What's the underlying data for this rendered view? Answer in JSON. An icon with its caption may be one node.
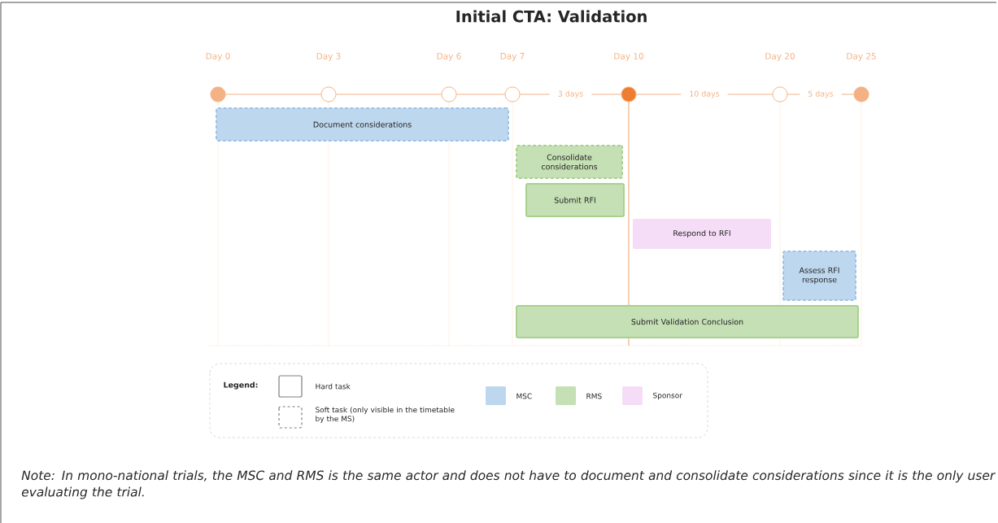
{
  "diagram": {
    "title": "Initial CTA: Validation",
    "caption": "Note: In mono-national trials, the MSC and RMS is the same actor and does not have to document and consolidate considerations since it is the only user evaluating the trial.",
    "nodes": [
      {
        "text": [],
        "shape": "circle",
        "beside": [
          "Day 0"
        ]
      },
      {
        "text": [],
        "shape": "circle",
        "beside": [
          "Day 3"
        ]
      },
      {
        "text": [],
        "shape": "circle",
        "beside": [
          "Day 6"
        ]
      },
      {
        "text": [],
        "shape": "circle",
        "beside": [
          "Day 7"
        ]
      },
      {
        "text": [],
        "shape": "circle",
        "beside": [
          "Day 10"
        ]
      },
      {
        "text": [],
        "shape": "circle",
        "beside": [
          "Day 20"
        ]
      },
      {
        "text": [],
        "shape": "circle",
        "beside": [
          "Day 25"
        ]
      },
      {
        "text": [
          "Document considerations"
        ]
      },
      {
        "text": [
          "Consolidate considerations"
        ]
      },
      {
        "text": [
          "Submit RFI"
        ]
      },
      {
        "text": [
          "Respond to RFI"
        ]
      },
      {
        "text": [
          "Assess RFI response"
        ]
      },
      {
        "text": [
          "Submit Validation Conclusion"
        ]
      }
    ],
    "edges": [
      {
        "from": 0,
        "to": 1,
        "arrow": "none"
      },
      {
        "from": 1,
        "to": 2,
        "arrow": "none"
      },
      {
        "from": 2,
        "to": 3,
        "arrow": "none"
      },
      {
        "from": 3,
        "to": 4,
        "arrow": "none",
        "label": "3 days"
      },
      {
        "from": 4,
        "to": 5,
        "arrow": "none",
        "label": "10 days"
      },
      {
        "from": 5,
        "to": 6,
        "arrow": "none",
        "label": "5 days"
      }
    ],
    "labels": [
      "Legend:"
    ],
    "legend": [
      {
        "text": "Hard task"
      },
      {
        "text": "Soft task (only visible in the timetable by the MS)"
      },
      {
        "text": "MSC",
        "color": "#bdd7ee"
      },
      {
        "text": "RMS",
        "color": "#c5e0b4"
      },
      {
        "text": "Sponsor",
        "color": "#f5dcf7"
      }
    ]
  }
}
